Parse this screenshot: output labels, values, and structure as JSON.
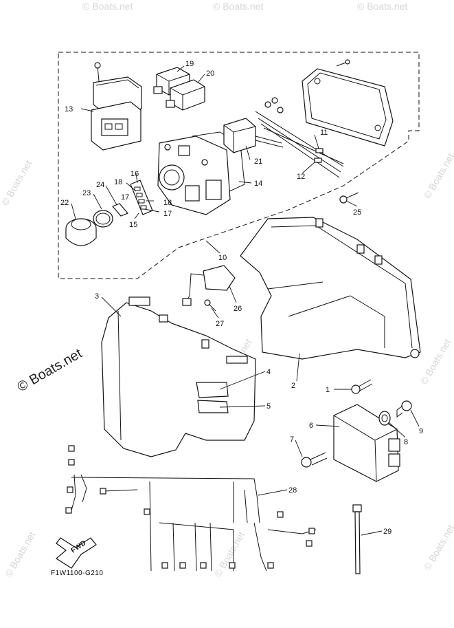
{
  "diagram": {
    "drawing_code": "F1W1100-G210",
    "fwd_label": "FWD",
    "watermark_main": "© Boats.net",
    "watermark_faint": "© Boats.net",
    "callouts": {
      "c1": "1",
      "c2": "2",
      "c3": "3",
      "c4": "4",
      "c5": "5",
      "c6": "6",
      "c7": "7",
      "c8": "8",
      "c9": "9",
      "c10": "10",
      "c11": "11",
      "c12": "12",
      "c13": "13",
      "c14": "14",
      "c15": "15",
      "c16": "16",
      "c17a": "17",
      "c17b": "17",
      "c18a": "18",
      "c18b": "18",
      "c19": "19",
      "c20": "20",
      "c21": "21",
      "c22": "22",
      "c23": "23",
      "c24": "24",
      "c25": "25",
      "c26": "26",
      "c27": "27",
      "c28": "28",
      "c29": "29"
    }
  }
}
